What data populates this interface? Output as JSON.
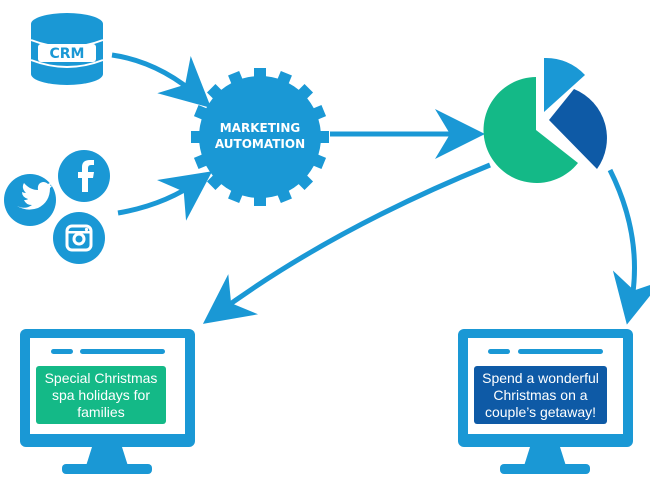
{
  "crm": {
    "label": "CRM"
  },
  "automation": {
    "line1": "MARKETING",
    "line2": "AUTOMATION"
  },
  "social": {
    "icons": [
      "facebook-icon",
      "twitter-icon",
      "instagram-icon"
    ]
  },
  "monitors": {
    "left": {
      "lines": [
        "Special Christmas",
        "spa holidays for",
        "families"
      ]
    },
    "right": {
      "lines": [
        "Spend a wonderful",
        "Christmas on a",
        "couple’s getaway!"
      ]
    }
  },
  "colors": {
    "primary_blue": "#1a98d5",
    "green": "#14b987",
    "dark_blue": "#0e5aa6",
    "white": "#ffffff"
  }
}
